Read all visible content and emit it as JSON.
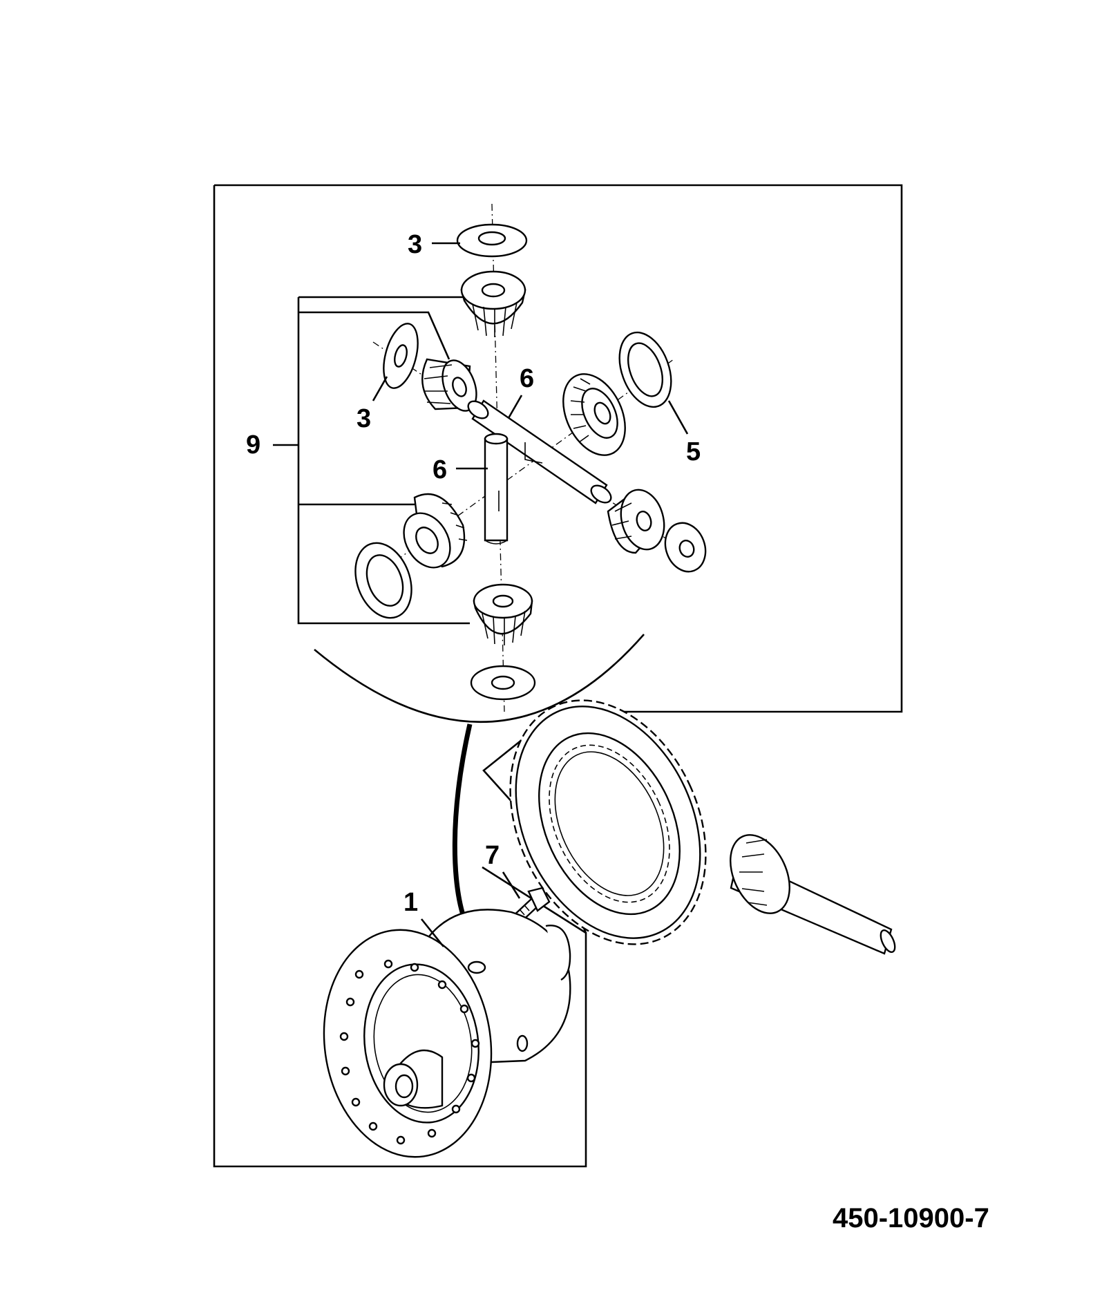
{
  "drawing": {
    "reference_number": "450-10900-7"
  },
  "callouts": [
    {
      "id": "c3-top",
      "text": "3"
    },
    {
      "id": "c3-left",
      "text": "3"
    },
    {
      "id": "c6-upper",
      "text": "6"
    },
    {
      "id": "c6-lower",
      "text": "6"
    },
    {
      "id": "c5",
      "text": "5"
    },
    {
      "id": "c9",
      "text": "9"
    },
    {
      "id": "c7",
      "text": "7"
    },
    {
      "id": "c1",
      "text": "1"
    }
  ]
}
